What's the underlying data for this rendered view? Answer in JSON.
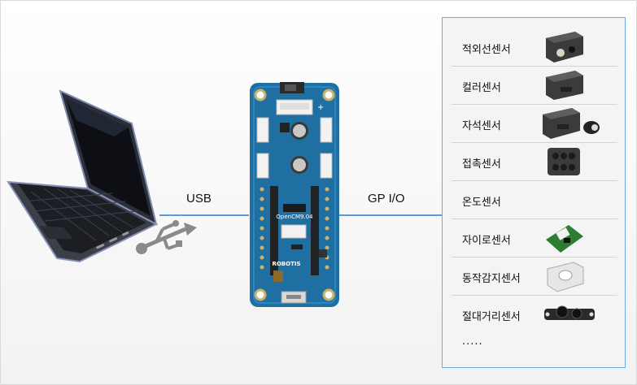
{
  "connections": {
    "usb_label": "USB",
    "gpio_label": "GP I/O"
  },
  "board": {
    "model_label": "OpenCM9.04",
    "brand_label": "ROBOTIS"
  },
  "sensors": [
    {
      "name": "적외선센서",
      "icon": "ir-sensor-icon"
    },
    {
      "name": "컬러센서",
      "icon": "color-sensor-icon"
    },
    {
      "name": "자석센서",
      "icon": "magnetic-sensor-icon"
    },
    {
      "name": "접촉센서",
      "icon": "touch-sensor-icon"
    },
    {
      "name": "온도센서",
      "icon": ""
    },
    {
      "name": "자이로센서",
      "icon": "gyro-sensor-icon"
    },
    {
      "name": "동작감지센서",
      "icon": "motion-sensor-icon"
    },
    {
      "name": "절대거리센서",
      "icon": "distance-sensor-icon"
    }
  ],
  "more_label": "·····",
  "colors": {
    "wire": "#5b9bd5",
    "board": "#1f6fa3",
    "panel_border": "#6fa8dc"
  }
}
